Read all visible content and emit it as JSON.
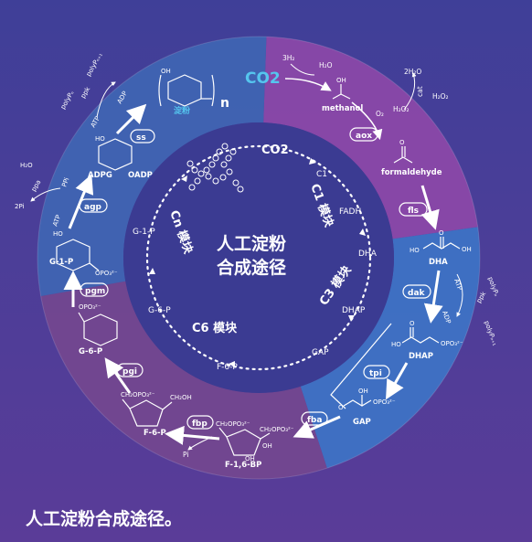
{
  "caption": "人工淀粉合成途径。",
  "center_title": {
    "line1": "人工淀粉",
    "line2": "合成途径"
  },
  "inner_cycle": {
    "co2": "CO2",
    "c1": "C1",
    "fadh": "FADH",
    "dha": "DHA",
    "dhap": "DHAP",
    "gap": "GAP",
    "f6p": "F-6-P",
    "g6p": "G-6-P",
    "g1p": "G-1-P",
    "c1_module": "C1 模块",
    "c3_module": "C3 模块",
    "c6_module": "C6 模块",
    "cn_module": "Cn 模块"
  },
  "enzymes": [
    "aox",
    "fls",
    "dak",
    "tpi",
    "fba",
    "fbp",
    "pgi",
    "pgm",
    "agp",
    "ss"
  ],
  "molecules": {
    "co2": "CO2",
    "methanol": "methanol",
    "formaldehyde": "formaldehyde",
    "dha": "DHA",
    "dhap": "DHAP",
    "gap": "GAP",
    "f16bp": "F-1,6-BP",
    "f6p": "F-6-P",
    "g6p": "G-6-P",
    "g1p": "G-1-P",
    "adpg": "ADPG",
    "oadp": "OADP",
    "starch": "淀粉",
    "n": "n"
  },
  "cofactors": {
    "h2_3": "3H₂",
    "h2o_a": "H₂O",
    "h2o2": "H₂O₂",
    "o2": "O₂",
    "two_h2o": "2H₂O",
    "cat": "cat",
    "atp_a": "ATP",
    "adp_a": "ADP",
    "ppk": "ppk",
    "polyp_n": "polyPₙ",
    "polyp_n1": "polyPₙ₊₁",
    "pi": "Pi",
    "atp_b": "ATP",
    "ppi": "PPi",
    "two_pi": "2Pi",
    "ppa": "ppa",
    "h2o_b": "H₂O",
    "atp_c": "ATP",
    "adp_c": "ADP"
  },
  "colors": {
    "c1_segment": "#8e48a8",
    "c3_segment": "#3d74c6",
    "c6_segment": "#74478f",
    "cn_segment": "#3f66b4",
    "co2_label": "#55c5ee",
    "starch_label": "#55c5ee"
  }
}
